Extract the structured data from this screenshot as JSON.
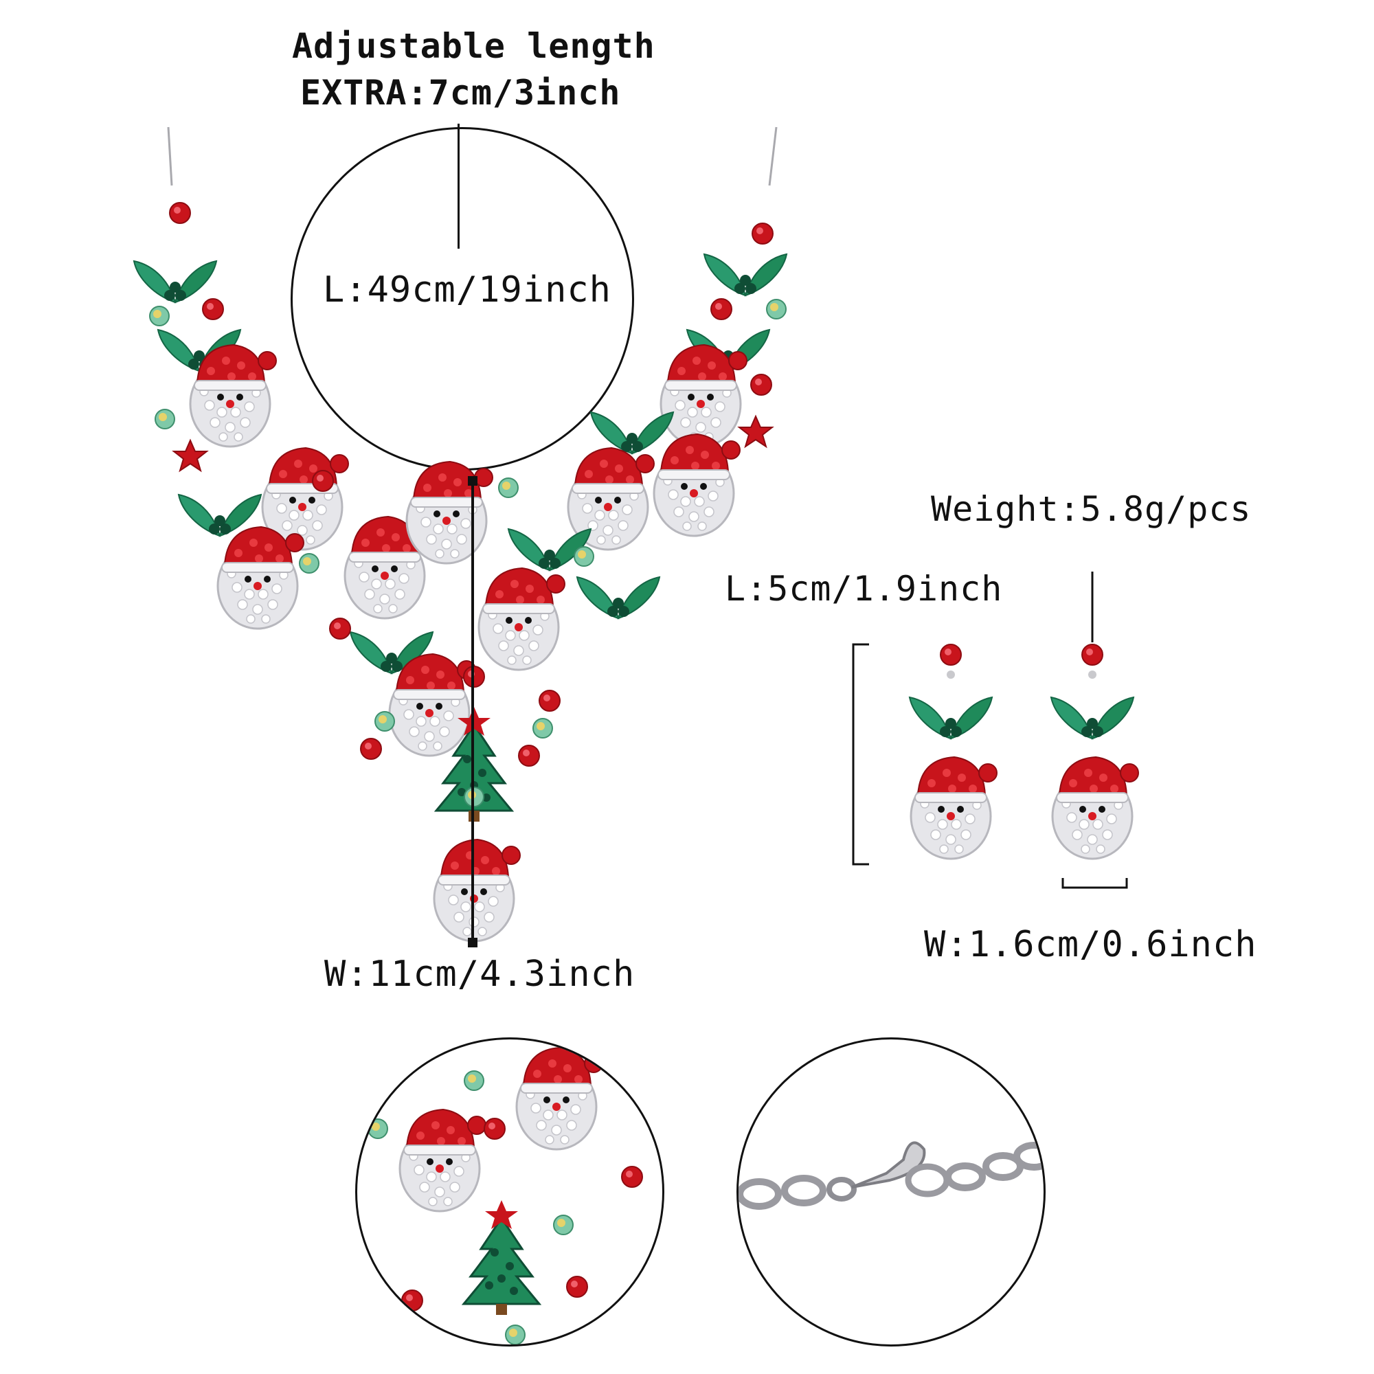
{
  "necklace": {
    "adjustable_title": "Adjustable length",
    "extra_length": "EXTRA:7cm/3inch",
    "length": "L:49cm/19inch",
    "width": "W:11cm/4.3inch"
  },
  "earrings": {
    "weight": "Weight:5.8g/pcs",
    "length": "L:5cm/1.9inch",
    "width": "W:1.6cm/0.6inch"
  },
  "colors": {
    "ruby": "#c8141c",
    "emerald": "#1f8a5a",
    "leaf": "#2a9a6e",
    "silver": "#d9d9dc",
    "ab_crystal": "#7fc9a8",
    "line": "#111111"
  },
  "icons": [
    "santa-charm-icon",
    "holly-leaf-icon",
    "christmas-tree-icon",
    "star-icon",
    "lobster-clasp-icon"
  ]
}
